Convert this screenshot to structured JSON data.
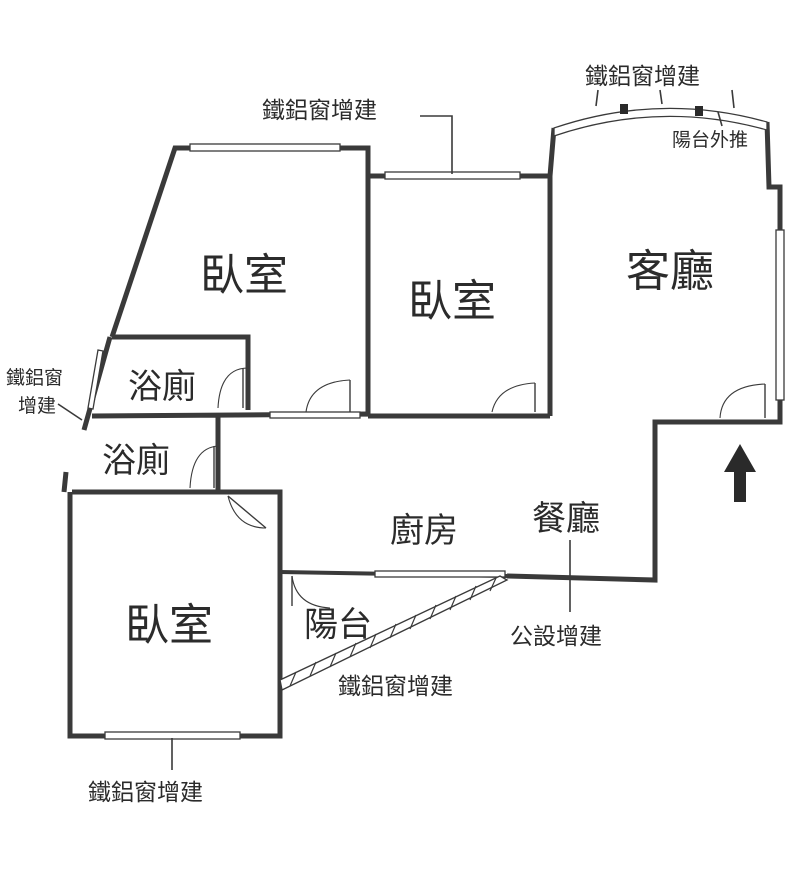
{
  "rooms": {
    "bedroom_top_left": "臥室",
    "bedroom_top_middle": "臥室",
    "bedroom_bottom_left": "臥室",
    "living_room": "客廳",
    "bathroom_upper": "浴廁",
    "bathroom_lower": "浴廁",
    "kitchen": "廚房",
    "dining_room": "餐廳",
    "balcony": "陽台"
  },
  "annotations": {
    "window_addition_top": "鐵鋁窗增建",
    "window_addition_top_right": "鐵鋁窗增建",
    "balcony_extension": "陽台外推",
    "window_addition_left_line1": "鐵鋁窗",
    "window_addition_left_line2": "增建",
    "public_addition": "公設增建",
    "window_addition_balcony": "鐵鋁窗增建",
    "window_addition_bottom": "鐵鋁窗增建"
  },
  "entrance_arrow": "arrow-up-icon"
}
